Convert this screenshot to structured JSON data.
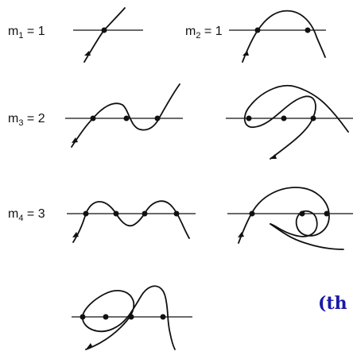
{
  "labels": {
    "m1": {
      "base": "m",
      "sub": "1",
      "eq": " = 1"
    },
    "m2": {
      "base": "m",
      "sub": "2",
      "eq": " = 1"
    },
    "m3": {
      "base": "m",
      "sub": "3",
      "eq": " = 2"
    },
    "m4": {
      "base": "m",
      "sub": "4",
      "eq": " = 3"
    }
  },
  "caption": "(th"
}
